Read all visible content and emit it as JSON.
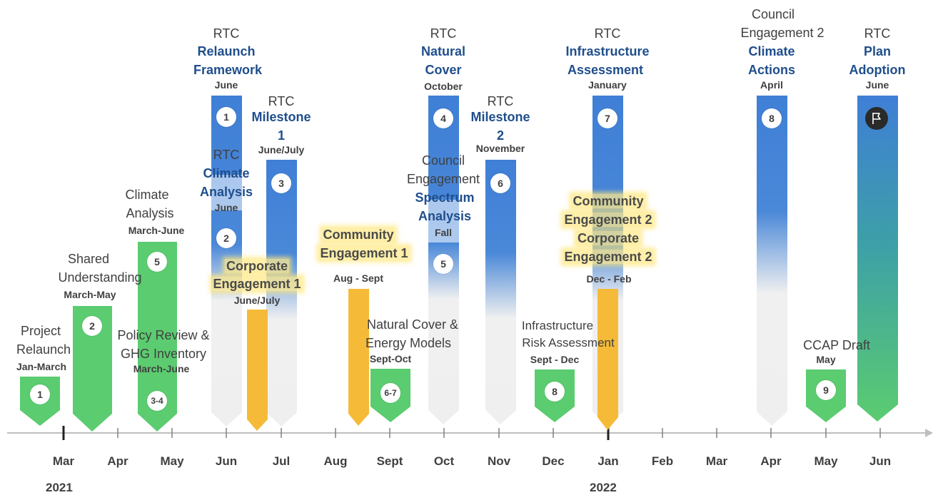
{
  "colors": {
    "green": "#5bcc70",
    "blue": "#3f7fd6",
    "yellow": "#f5bb38",
    "gray": "#efefef",
    "text": "#404040",
    "accent": "#1f4e8c"
  },
  "months": [
    "Mar",
    "Apr",
    "May",
    "Jun",
    "Jul",
    "Aug",
    "Sept",
    "Oct",
    "Nov",
    "Dec",
    "Jan",
    "Feb",
    "Mar",
    "Apr",
    "May",
    "Jun"
  ],
  "years": {
    "first": "2021",
    "second": "2022"
  },
  "milestones": {
    "m1": {
      "num": "1",
      "title": "Project",
      "title2": "Relaunch",
      "date": "Jan-March"
    },
    "m2": {
      "num": "2",
      "title": "Shared",
      "title2": "Understanding",
      "date": "March-May"
    },
    "m5a": {
      "num": "5",
      "title": "Climate",
      "title2": "Analysis",
      "date": "March-June"
    },
    "m34": {
      "num": "3-4",
      "title": "Policy Review &",
      "title2": "GHG Inventory",
      "date": "March-June"
    },
    "rtc1": {
      "num": "1",
      "prefix": "RTC",
      "title": "Relaunch",
      "title2": "Framework",
      "date": "June"
    },
    "rtc2": {
      "num": "2",
      "prefix": "RTC",
      "title": "Climate",
      "title2": "Analysis",
      "date": "June"
    },
    "rtc3": {
      "num": "3",
      "prefix": "RTC",
      "title": "Milestone",
      "title2": "1",
      "date": "June/July"
    },
    "corp1": {
      "title": "Corporate",
      "title2": "Engagement 1",
      "date": "June/July"
    },
    "comm1": {
      "title": "Community",
      "title2": "Engagement 1",
      "date": "Aug - Sept"
    },
    "m67": {
      "num": "6-7",
      "title": "Natural Cover &",
      "title2": "Energy Models",
      "date": "Sept-Oct"
    },
    "rtc4": {
      "num": "4",
      "prefix": "RTC",
      "title": "Natural",
      "title2": "Cover",
      "date": "October"
    },
    "ce5": {
      "num": "5",
      "prefix": "Council",
      "prefix2": "Engagement",
      "title": "Spectrum",
      "title2": "Analysis",
      "date": "Fall"
    },
    "rtc6": {
      "num": "6",
      "prefix": "RTC",
      "title": "Milestone",
      "title2": "2",
      "date": "November"
    },
    "m8a": {
      "num": "8",
      "title": "Infrastructure",
      "title2": "Risk Assessment",
      "date": "Sept - Dec"
    },
    "rtc7": {
      "num": "7",
      "prefix": "RTC",
      "title": "Infrastructure",
      "title2": "Assessment",
      "date": "January"
    },
    "comm2": {
      "title": "Community",
      "title2": "Engagement 2",
      "title3": "Corporate",
      "title4": "Engagement 2",
      "date": "Dec - Feb"
    },
    "ce8": {
      "num": "8",
      "prefix": "Council",
      "prefix2": "Engagement 2",
      "title": "Climate",
      "title2": "Actions",
      "date": "April"
    },
    "m9": {
      "num": "9",
      "title": "CCAP Draft",
      "date": "May"
    },
    "rtcf": {
      "icon": "flag-icon",
      "prefix": "RTC",
      "title": "Plan",
      "title2": "Adoption",
      "date": "June"
    }
  }
}
